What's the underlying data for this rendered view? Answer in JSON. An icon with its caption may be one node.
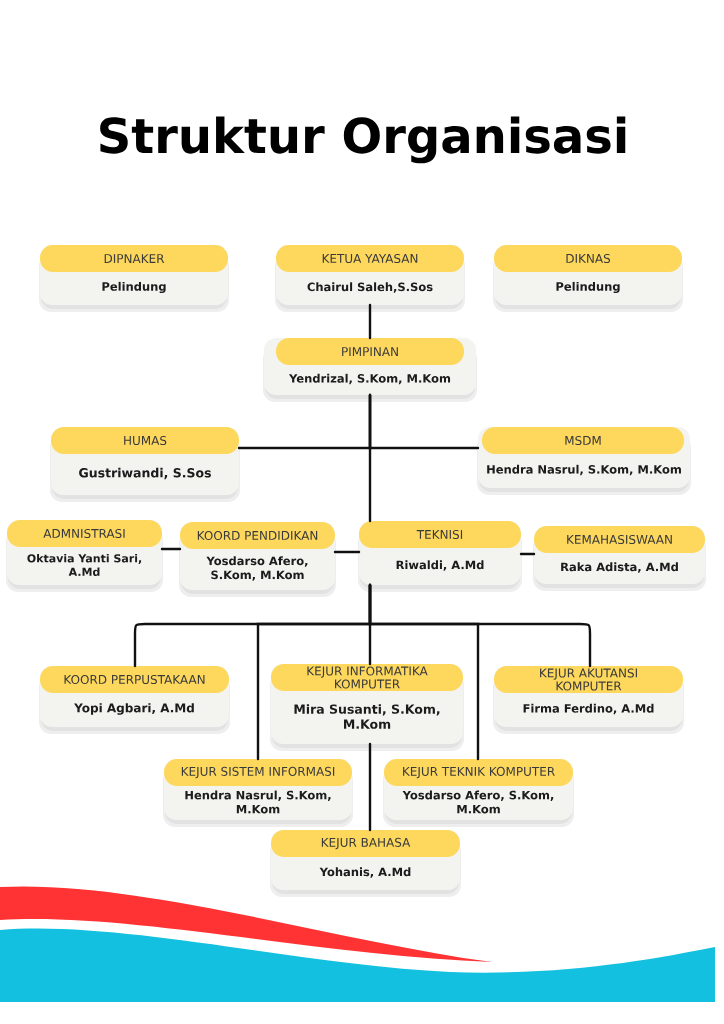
{
  "diagram": {
    "title": "Struktur Organisasi",
    "nodes": [
      {
        "text": [
          "DIPNAKER",
          "Pelindung"
        ]
      },
      {
        "text": [
          "KETUA YAYASAN",
          "Chairul Saleh,S.Sos"
        ]
      },
      {
        "text": [
          "DIKNAS",
          "Pelindung"
        ]
      },
      {
        "text": [
          "PIMPINAN",
          "Yendrizal, S.Kom, M.Kom"
        ]
      },
      {
        "text": [
          "HUMAS",
          "Gustriwandi, S.Sos"
        ]
      },
      {
        "text": [
          "MSDM",
          "Hendra Nasrul, S.Kom, M.Kom"
        ]
      },
      {
        "text": [
          "ADMNISTRASI",
          "Oktavia Yanti Sari, A.Md"
        ]
      },
      {
        "text": [
          "KOORD PENDIDIKAN",
          "Yosdarso Afero, S.Kom, M.Kom"
        ]
      },
      {
        "text": [
          "TEKNISI",
          "Riwaldi, A.Md"
        ]
      },
      {
        "text": [
          "KEMAHASISWAAN",
          "Raka Adista, A.Md"
        ]
      },
      {
        "text": [
          "KOORD PERPUSTAKAAN",
          "Yopi Agbari, A.Md"
        ]
      },
      {
        "text": [
          "KEJUR INFORMATIKA KOMPUTER",
          "Mira Susanti, S.Kom, M.Kom"
        ]
      },
      {
        "text": [
          "KEJUR AKUTANSI KOMPUTER",
          "Firma Ferdino, A.Md"
        ]
      },
      {
        "text": [
          "KEJUR SISTEM INFORMASI",
          "Hendra Nasrul, S.Kom, M.Kom"
        ]
      },
      {
        "text": [
          "KEJUR TEKNIK KOMPUTER",
          "Yosdarso Afero, S.Kom, M.Kom"
        ]
      },
      {
        "text": [
          "KEJUR BAHASA",
          "Yohanis, A.Md"
        ]
      }
    ],
    "edges": [
      {
        "from": 1,
        "to": 3,
        "arrow": "none"
      },
      {
        "from": 3,
        "to": 4,
        "arrow": "none"
      },
      {
        "from": 3,
        "to": 5,
        "arrow": "none"
      },
      {
        "from": 3,
        "to": 8,
        "arrow": "none"
      },
      {
        "from": 6,
        "to": 7,
        "arrow": "none"
      },
      {
        "from": 7,
        "to": 8,
        "arrow": "none"
      },
      {
        "from": 8,
        "to": 9,
        "arrow": "none"
      },
      {
        "from": 8,
        "to": 10,
        "arrow": "none"
      },
      {
        "from": 8,
        "to": 13,
        "arrow": "none"
      },
      {
        "from": 8,
        "to": 11,
        "arrow": "none"
      },
      {
        "from": 8,
        "to": 14,
        "arrow": "none"
      },
      {
        "from": 8,
        "to": 12,
        "arrow": "none"
      },
      {
        "from": 11,
        "to": 15,
        "arrow": "none"
      }
    ]
  }
}
